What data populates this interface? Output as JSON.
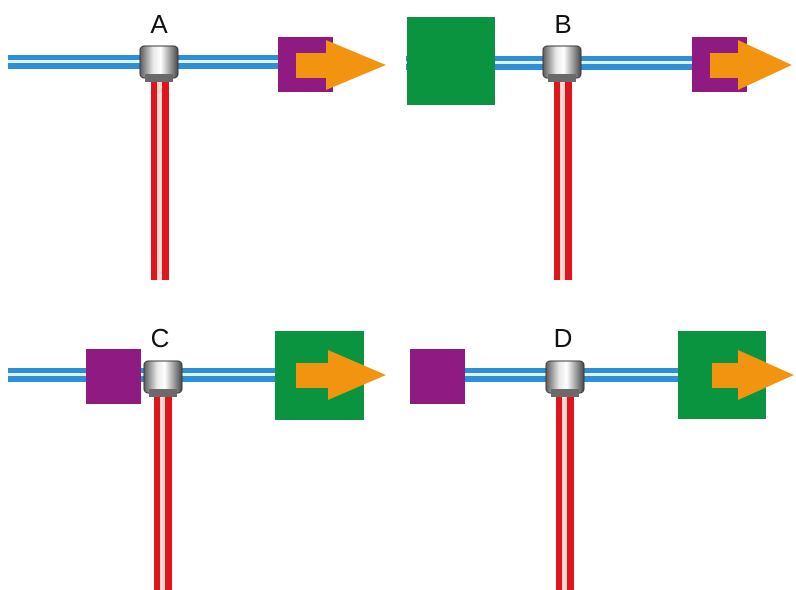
{
  "colors": {
    "blue_pipe": "#2f8fd6",
    "blue_highlight": "#dff2ff",
    "red_pipe": "#e0141b",
    "red_highlight": "#ffd7d2",
    "purple": "#8e1a82",
    "green": "#0a9440",
    "orange": "#f29410",
    "junction": "#8b8b8b"
  },
  "panels": [
    {
      "id": "A",
      "label": "A",
      "state": "purple block with arrow after the junction"
    },
    {
      "id": "B",
      "label": "B",
      "state": "green block before junction, purple block with arrow after"
    },
    {
      "id": "C",
      "label": "C",
      "state": "purple block before junction, green block with arrow after"
    },
    {
      "id": "D",
      "label": "D",
      "state": "purple block before junction, green block with arrow after"
    }
  ]
}
